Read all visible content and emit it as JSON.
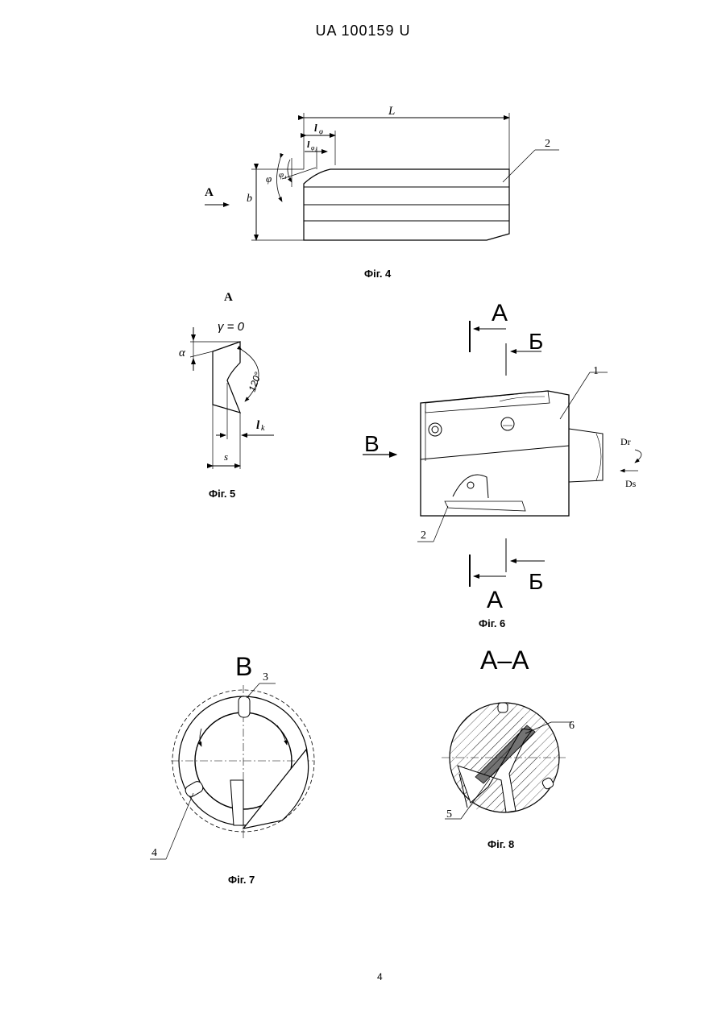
{
  "header": {
    "doc_number": "UA   100159   U"
  },
  "page_number": "4",
  "fig4": {
    "caption": "Фіг. 4",
    "label_L": "L",
    "label_lphi": "l",
    "label_lphi_sub": "φ",
    "label_lphi1": "l",
    "label_lphi1_sub": "φ₁",
    "label_phi": "φ",
    "label_phi1": "φ₁",
    "label_b": "b",
    "label_view": "A",
    "ref_2": "2"
  },
  "fig5": {
    "caption": "Фіг. 5",
    "view_title": "A",
    "gamma": "γ = 0",
    "alpha": "α",
    "angle": "120°",
    "label_lk": "l",
    "label_lk_sub": "k",
    "label_s": "s"
  },
  "fig6": {
    "caption": "Фіг. 6",
    "sec_A_top": "A",
    "sec_B_top": "Б",
    "sec_A_bottom": "A",
    "sec_B_bottom": "Б",
    "view_V": "B",
    "ref_1": "1",
    "ref_2": "2",
    "Dr": "Dr",
    "Ds": "Ds"
  },
  "fig7": {
    "caption": "Фіг. 7",
    "view_title": "B",
    "ref_3": "3",
    "ref_4": "4"
  },
  "fig8": {
    "caption": "Фіг. 8",
    "view_title": "A–A",
    "ref_5": "5",
    "ref_6": "6"
  }
}
